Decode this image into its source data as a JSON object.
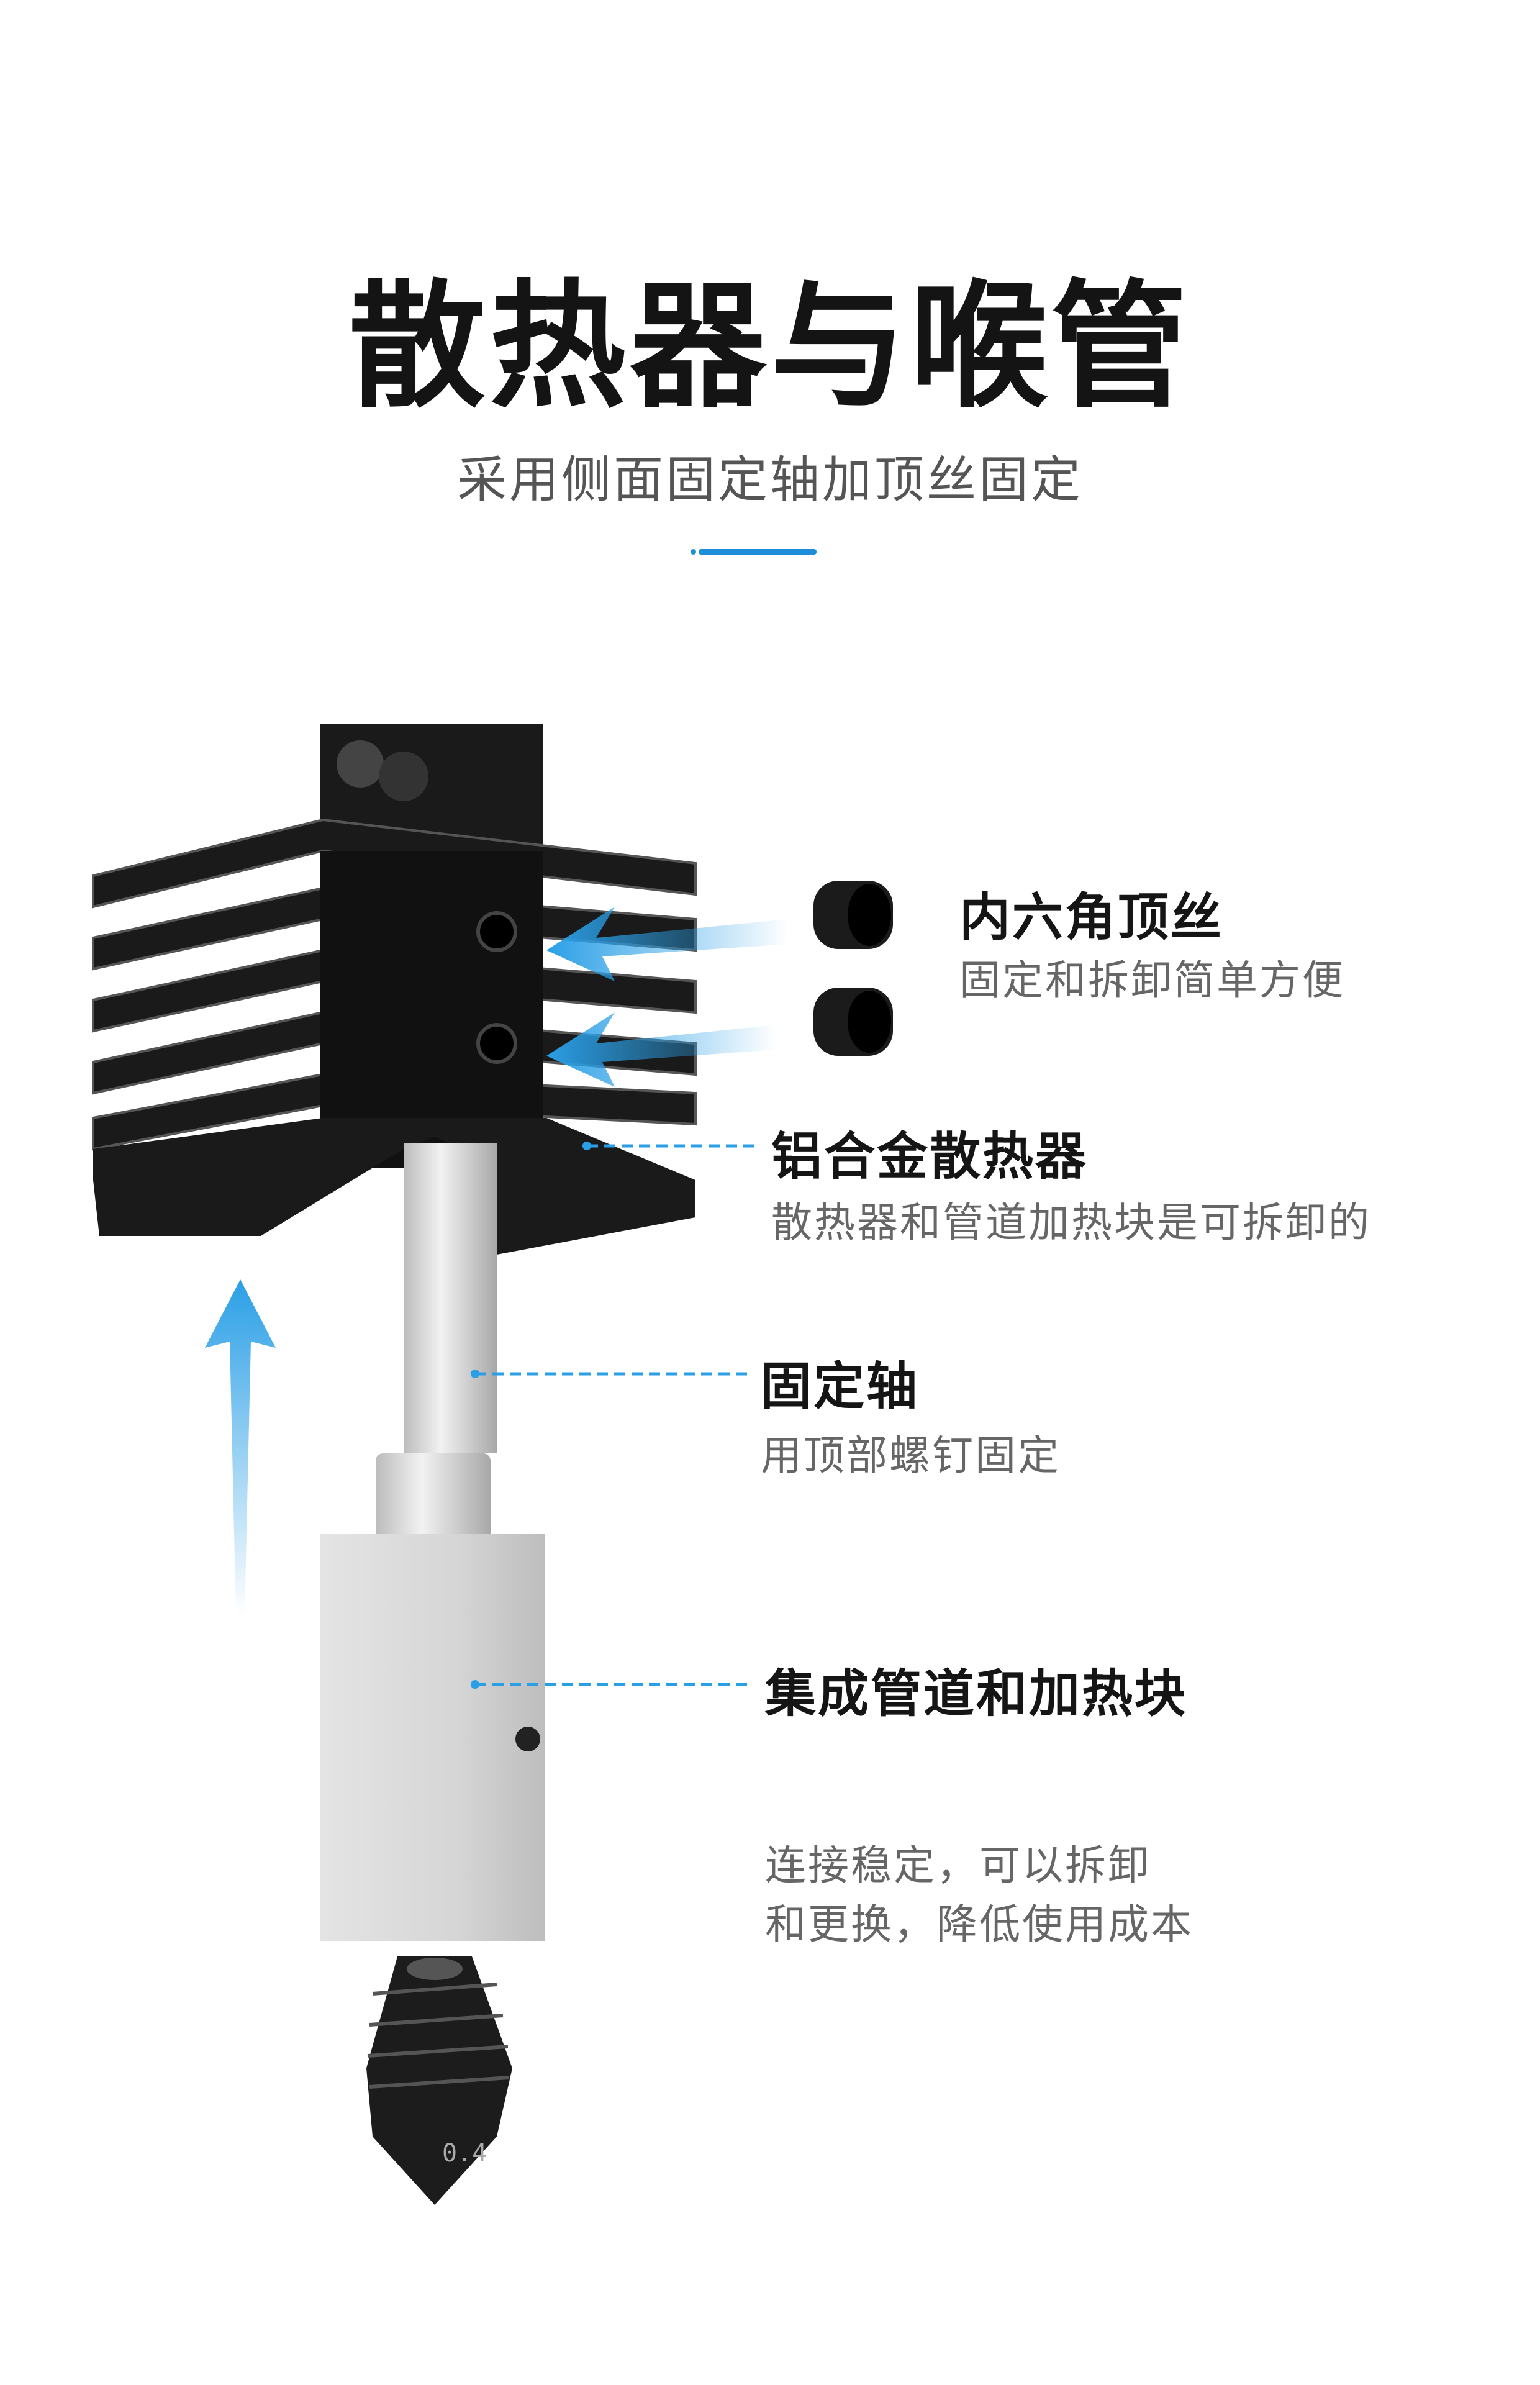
{
  "header": {
    "title": "散热器与喉管",
    "subtitle": "采用侧面固定轴加顶丝固定"
  },
  "callouts": [
    {
      "title": "内六角顶丝",
      "desc": "固定和拆卸简单方便"
    },
    {
      "title": "铝合金散热器",
      "desc": "散热器和管道加热块是可拆卸的"
    },
    {
      "title": "固定轴",
      "desc": "用顶部螺钉固定"
    },
    {
      "title": "集成管道和加热块",
      "desc_lines": [
        "连接稳定，可以拆卸",
        "和更换，降低使用成本"
      ]
    }
  ],
  "product": {
    "nozzle_marking": "0.4"
  },
  "colors": {
    "accent": "#1d8fd8",
    "arrow": "#2a9fe6",
    "heatsink": "#151515",
    "metal": "#d8d8d8"
  }
}
